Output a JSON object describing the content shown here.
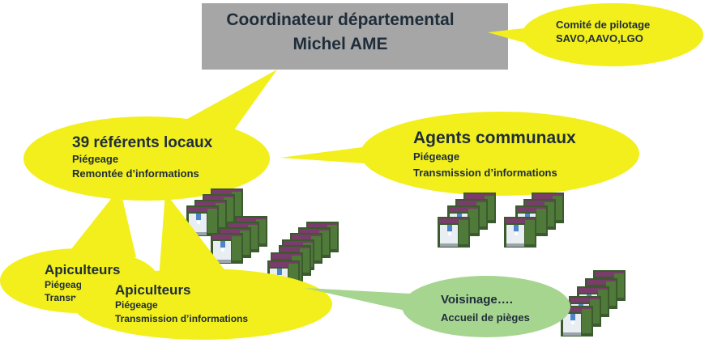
{
  "coordinator": {
    "title": "Coordinateur départemental",
    "name": "Michel AME"
  },
  "steering_committee": {
    "line1": "Comité de pilotage",
    "line2": "SAVO,AAVO,LGO"
  },
  "local_referents": {
    "title": "39 référents locaux",
    "line1": "Piégeage",
    "line2": "Remontée d’informations"
  },
  "municipal_agents": {
    "title": "Agents communaux",
    "line1": "Piégeage",
    "line2": "Transmission d’informations"
  },
  "beekeepers_back": {
    "title": "Apiculteurs",
    "line1": "Piégeage",
    "line2": "Transmission d’informations"
  },
  "beekeepers_front": {
    "title": "Apiculteurs",
    "line1": "Piégeage",
    "line2": "Transmission d’informations"
  },
  "neighbourhood": {
    "title": "Voisinage….",
    "line1": "Accueil de pièges"
  },
  "colors": {
    "yellow_bubble": "#f2ef1c",
    "green_bubble": "#a6d590",
    "grey_box": "#a6a6a6",
    "text": "#1f2d3a"
  },
  "icons": [
    "trap-photo-icon"
  ]
}
